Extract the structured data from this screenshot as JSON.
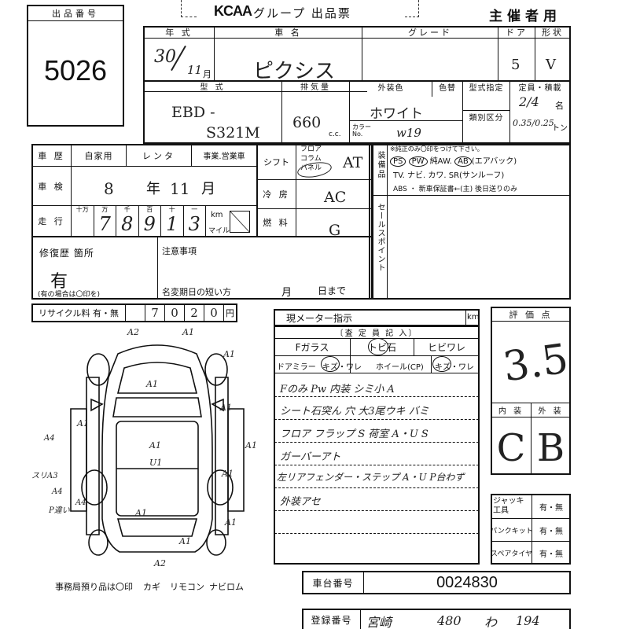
{
  "header": {
    "logo": "KCAA",
    "title": "グループ 出品票",
    "organizer": "主催者用",
    "lot_label": "出品番号",
    "lot_number": "5026"
  },
  "vehicle": {
    "year_label": "年 式",
    "year": "30",
    "month": "11",
    "month_unit": "月",
    "name_label": "車 名",
    "name": "ピクシス",
    "grade_label": "グレード",
    "doors_label": "ドア",
    "doors": "5",
    "shape_label": "形状",
    "shape": "V",
    "model_label": "型 式",
    "model_prefix": "EBD -",
    "model_code": "S321M",
    "displacement_label": "排気量",
    "displacement": "660",
    "cc_unit": "c.c.",
    "color_label": "外装色",
    "color": "ホワイト",
    "color_num_label": "色替",
    "color_no_label": "カラーNo.",
    "color_no": "w19",
    "type_spec_label": "型式指定",
    "class_label": "類別区分",
    "capacity_label": "定員・積載",
    "capacity_persons": "2/4",
    "capacity_persons_unit": "名",
    "capacity_load": "0.35/0.25",
    "capacity_load_unit": "トン"
  },
  "history": {
    "label": "車 歴",
    "private": "自家用",
    "rental": "レンタ",
    "business": "事業.営業車",
    "inspection_label": "車 検",
    "inspection_year": "8",
    "year_unit": "年",
    "inspection_month": "11",
    "month_unit": "月",
    "mileage_label": "走 行",
    "mileage_digit_labels": [
      "十万",
      "万",
      "千",
      "百",
      "十",
      "一"
    ],
    "mileage_digits": [
      "",
      "7",
      "8",
      "9",
      "1",
      "3"
    ],
    "km_label": "km",
    "mile_label": "マイル"
  },
  "drivetrain": {
    "shift_label": "シフト",
    "shift_options": [
      "フロア",
      "コラム",
      "パネル"
    ],
    "shift_value": "AT",
    "ac_label": "冷 房",
    "ac_value": "AC",
    "fuel_label": "燃 料",
    "fuel_value": "G"
  },
  "equipment": {
    "label": "装備品",
    "note": "※純正のみ〇印をつけて下さい。",
    "line1": [
      "PS",
      "PW",
      "純AW.",
      "AB",
      "(エアバック)"
    ],
    "line2": "TV. ナビ. カワ. SR(サンルーフ)",
    "line3": "ABS ・ 新車保証書←(主) 後日送りのみ",
    "sales_point_label": "セールスポイント"
  },
  "repair": {
    "label": "修復歴 箇所",
    "value": "有",
    "note": "(有の場合は〇印を)",
    "caution_label": "注意事項",
    "name_change_label": "名変期日の短い方",
    "month_label": "月",
    "day_label": "日まで"
  },
  "recycle": {
    "label": "リサイクル料 有・無",
    "digits": [
      "",
      "7",
      "0",
      "2",
      "0"
    ],
    "unit": "円"
  },
  "meter": {
    "label": "現メーター指示",
    "unit": "km"
  },
  "inspector": {
    "label": "〔査 定 員 記 入〕",
    "glass": "Fガラス",
    "chip": "トビ石",
    "crack": "ヒビワレ",
    "mirror": "ドアミラー",
    "mirror_status": "キズ・ワレ",
    "wheel": "ホイール(CP)",
    "wheel_status": "キズ・ワレ",
    "notes": [
      "Fのみ Pw    内装 シミ小 A",
      "シート石突ん 穴    大3尾ウキ バミ",
      "フロア フラップ S    荷室 A・U S",
      "ガーバーアト",
      "左リアフェンダー・ステップ A・U P台わず",
      "外装アセ"
    ]
  },
  "diagram": {
    "marks": [
      "A2",
      "A1",
      "A1",
      "A1",
      "A1",
      "U1",
      "A1",
      "A1",
      "A1",
      "A2",
      "A1",
      "A1",
      "A1",
      "A1"
    ],
    "side_notes": [
      "A4",
      "スリA3",
      "A4",
      "A4",
      "P違い"
    ],
    "office_note": "事務局預り品は〇印",
    "office_items": [
      "カギ",
      "リモコン",
      "ナビロム"
    ]
  },
  "evaluation": {
    "label": "評 価 点",
    "score": "3.5",
    "interior_label": "内 装",
    "exterior_label": "外 装",
    "interior": "C",
    "exterior": "B"
  },
  "accessories": {
    "jack_label": "ジャッキ工具",
    "puncture_label": "パンクキット",
    "spare_label": "スペアタイヤ",
    "options": "有・無"
  },
  "chassis": {
    "label": "車台番号",
    "value": "0024830"
  },
  "registration": {
    "label": "登録番号",
    "area": "宮崎",
    "class_no": "480",
    "kana": "わ",
    "number": "194"
  }
}
